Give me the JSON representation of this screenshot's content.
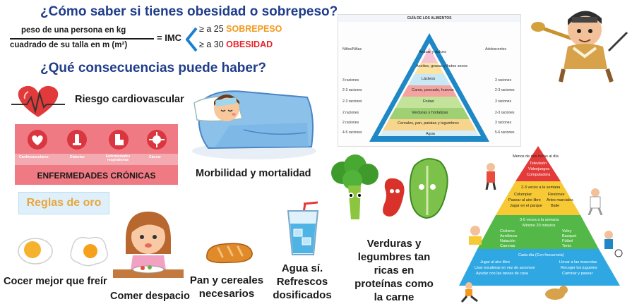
{
  "header": {
    "question1": "¿Cómo saber si tienes obesidad o sobrepeso?",
    "question2": "¿Qué consecuencias puede haber?"
  },
  "formula": {
    "numerator": "peso de una persona  en kg",
    "denominator": "cuadrado  de su talla en m (m²)",
    "equals_label": "= IMC",
    "overweight": {
      "threshold": "≥ a 25",
      "label": "SOBREPESO",
      "color": "#f39a1e"
    },
    "obesity": {
      "threshold": "≥ a 30",
      "label": "OBESIDAD",
      "color": "#e5252b"
    }
  },
  "consequences": {
    "cardio": "Riesgo cardiovascular",
    "chronic_banner": {
      "items": [
        "Cardiovasculares",
        "Diabetes",
        "Enfermedades respiratorias",
        "Cáncer"
      ],
      "title": "ENFERMEDADES CRÓNICAS",
      "bg_color": "#f07a83",
      "band_color": "#f3aab0"
    },
    "morbidity": "Morbilidad y mortalidad"
  },
  "golden_rules": {
    "title": "Reglas de oro",
    "rules": [
      "Cocer mejor que freír",
      "Comer despacio",
      "Pan y cereales necesarios",
      "Agua sí. Refrescos dosificados",
      "Verduras y legumbres tan ricas en proteínas como la carne"
    ]
  },
  "food_pyramid": {
    "title": "GUÍA DE LOS ALIMENTOS",
    "left_header": "Niños/Niñas",
    "right_header": "Adolescentes",
    "left_portions": [
      "3 raciones",
      "2-3 raciones",
      "2-3 raciones",
      "2 raciones",
      "2 raciones",
      "4-5 raciones"
    ],
    "right_portions": [
      "3 raciones",
      "2-3 raciones",
      "3 raciones",
      "2-3 raciones",
      "3 raciones",
      "5-6 raciones"
    ],
    "levels": [
      "Azúcar y dulces",
      "Aceites, grasas y frutos secos",
      "Lácteos",
      "Carne, pescado, huevos",
      "Frutas",
      "Verduras y hortalizas",
      "Cereales, pan, patatas y legumbres",
      "Agua"
    ]
  },
  "activity_pyramid": {
    "top": [
      "Menos de dos horas al día",
      "Televisión",
      "Videojuegos",
      "Computadora"
    ],
    "level2": [
      "2-3 veces a la semana",
      "Columpiar",
      "Pasear al aire libre",
      "Jugar en el parque",
      "Flexiones",
      "Artes marciales",
      "Baile"
    ],
    "level3": [
      "3-5 veces a la semana",
      "Mínimo 20 minutos",
      "Ciclismo",
      "Aeróbicos",
      "Natación",
      "Carreras",
      "Voley",
      "Basquet",
      "Fútbol",
      "Tenis"
    ],
    "base": [
      "Cada día (Con frecuencia)",
      "Jugar al aire libre",
      "Usar escaleras en vez de ascensor",
      "Ayudar con las tareas de casa",
      "Llevar a las mascotas",
      "Recoger los juguetes",
      "Caminar y pasear"
    ]
  },
  "colors": {
    "navy": "#1f3d8a",
    "sky": "#1c7fd1",
    "rules_box": "#dff0fb"
  }
}
